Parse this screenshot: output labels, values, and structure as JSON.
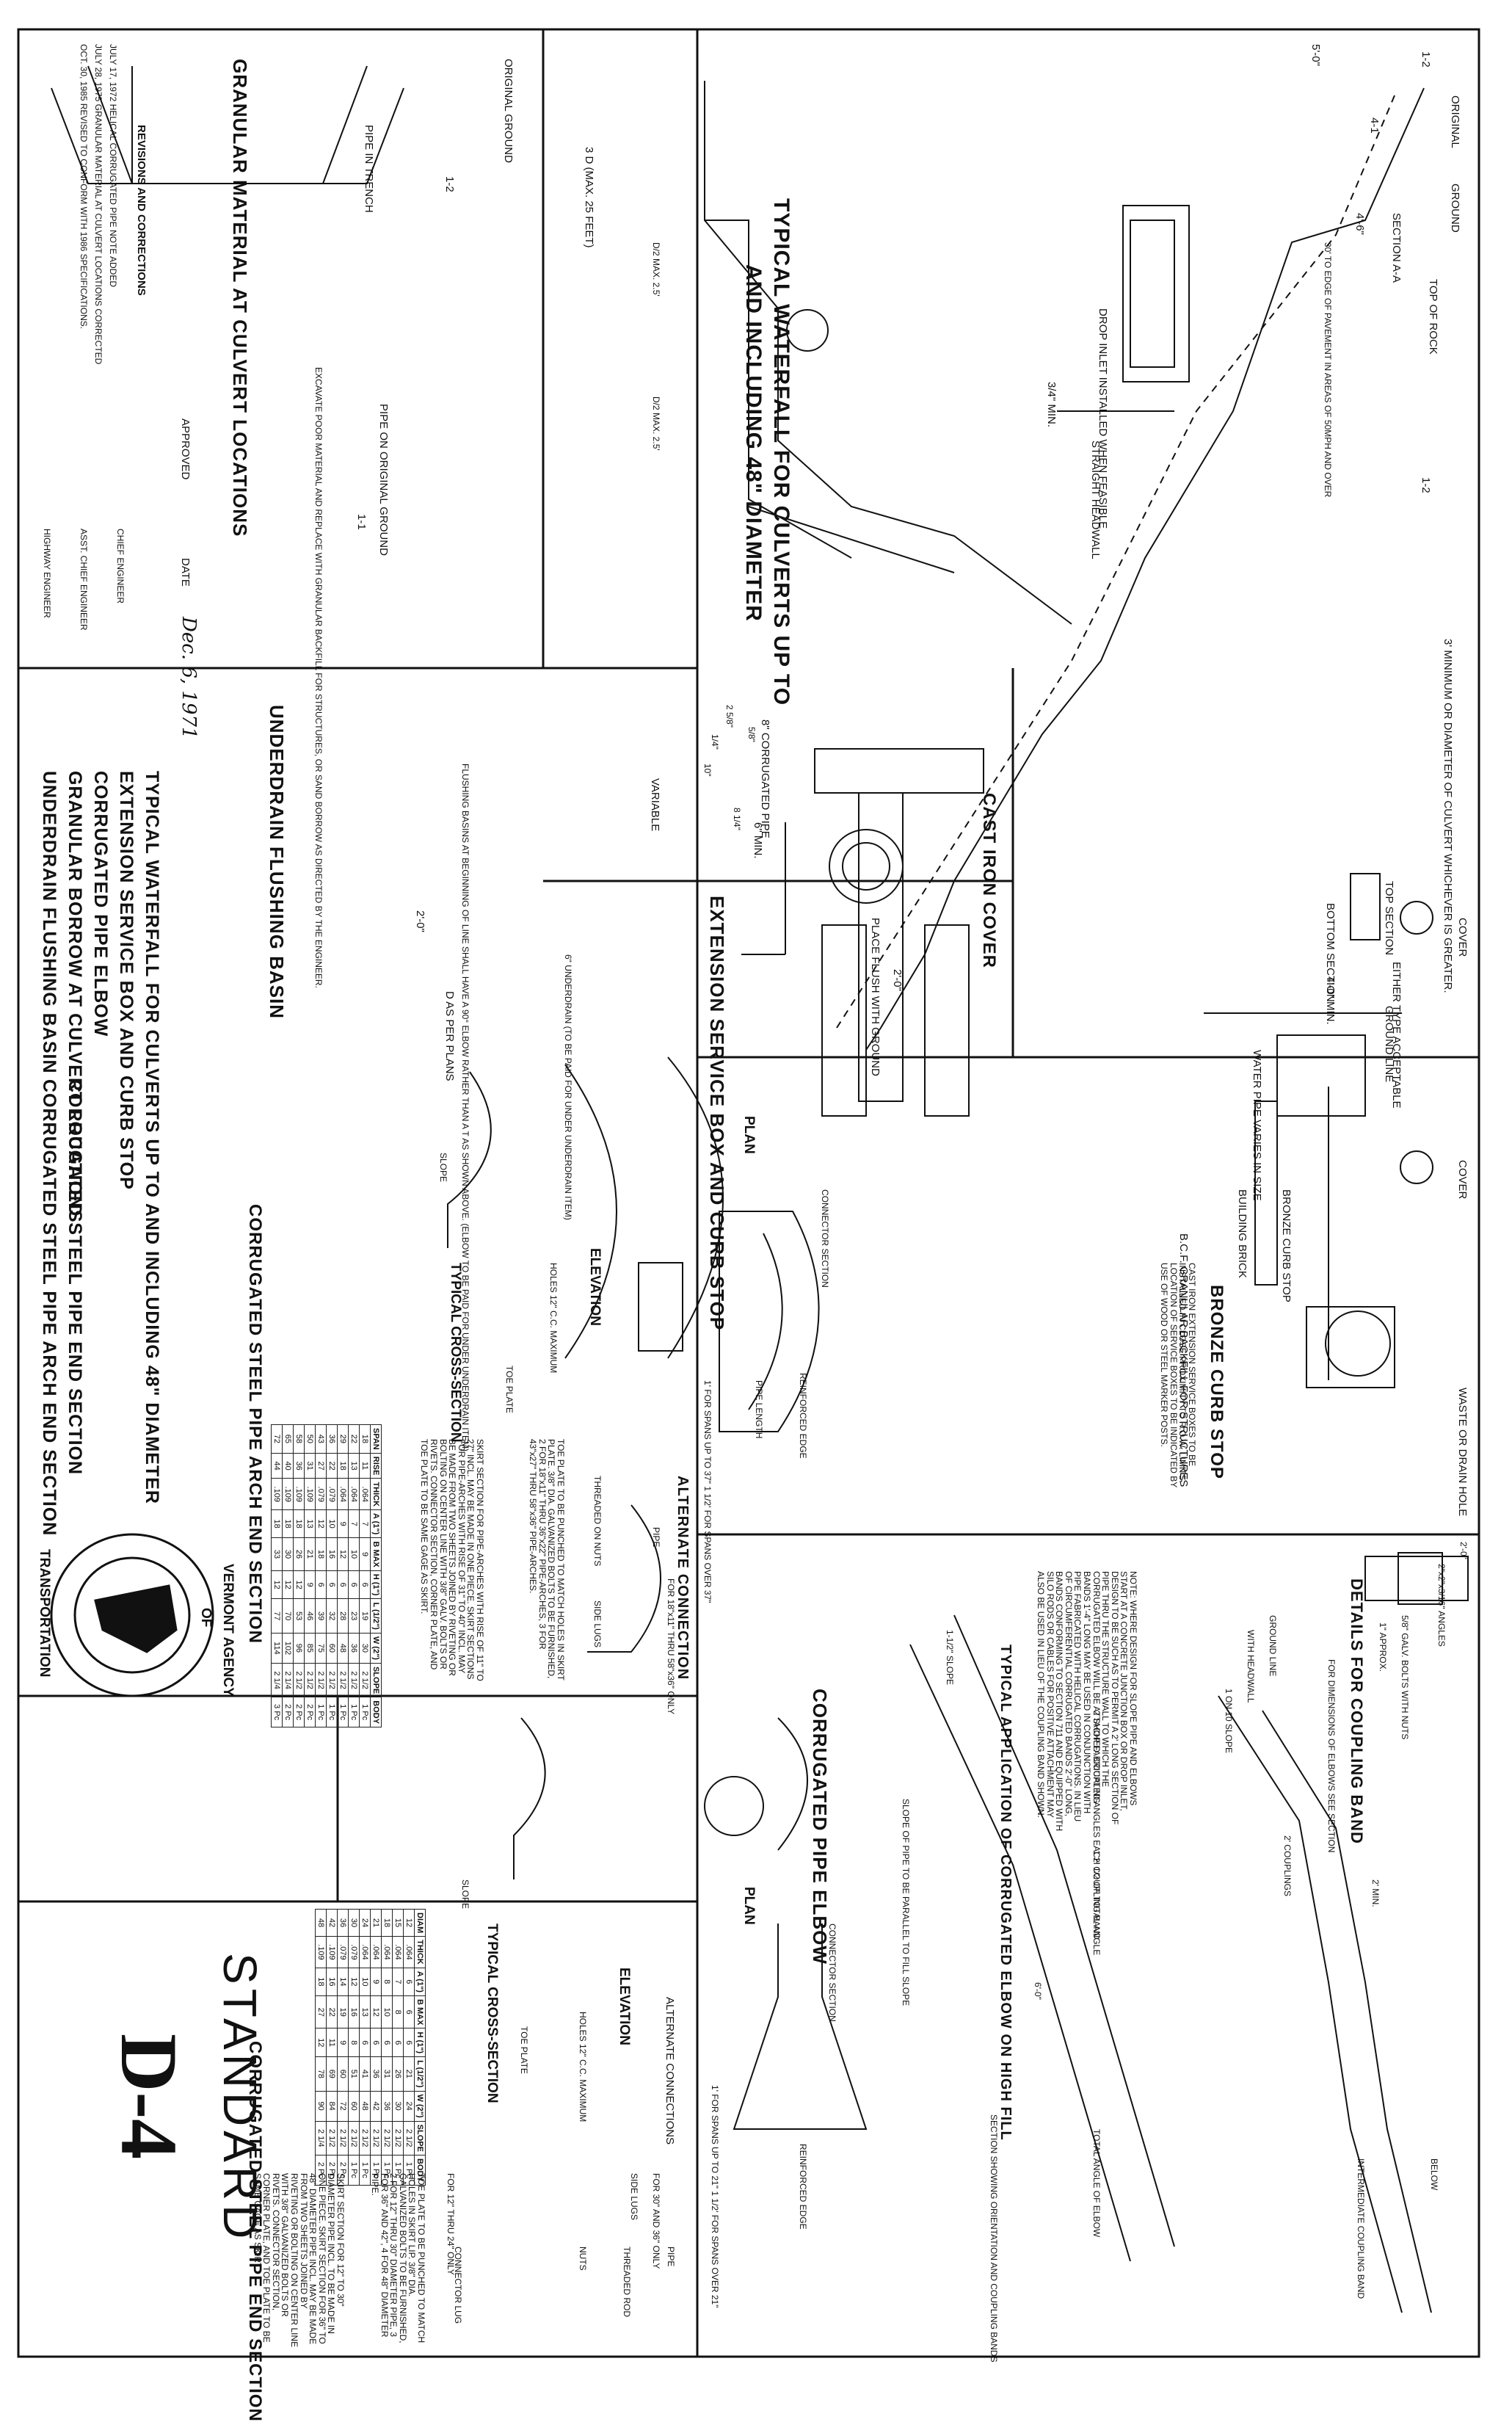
{
  "waterfall": {
    "title_line1": "TYPICAL WATERFALL FOR CULVERTS UP TO",
    "title_line2": "AND INCLUDING 48\" DIAMETER",
    "notes": [
      "ORIGINAL",
      "GROUND",
      "TOP OF ROCK",
      "SECTION A-A",
      "5'-0\"",
      "4'-6\"",
      "30' TO EDGE OF PAVEMENT IN AREAS OF 50MPH AND OVER",
      "DROP INLET INSTALLED WHEN FEASIBLE",
      "STRAIGHT HEADWALL",
      "3' MINIMUM OR DIAMETER OF CULVERT WHICHEVER IS GREATER.",
      "1-2",
      "4-1",
      "3/4\" MIN.",
      "1-2"
    ]
  },
  "granular": {
    "title": "GRANULAR MATERIAL AT CULVERT LOCATIONS",
    "notes": [
      "ORIGINAL GROUND",
      "PIPE IN TRENCH",
      "PIPE ON ORIGINAL GROUND",
      "3 D (MAX. 25 FEET)",
      "D/2 MAX. 2.5'",
      "D/2 MAX. 2.5'",
      "EXCAVATE POOR MATERIAL AND REPLACE WITH GRANULAR BACKFILL FOR STRUCTURES, OR SAND BORROW AS DIRECTED BY THE ENGINEER.",
      "1-2",
      "1-1"
    ]
  },
  "revisions": {
    "heading": "REVISIONS AND CORRECTIONS",
    "lines": [
      "JULY 17, 1972 HELICAL CORRUGATED PIPE NOTE ADDED",
      "JULY 28, 1975 GRANULAR MATERIAL AT CULVERT LOCATIONS CORRECTED",
      "OCT. 30, 1985 REVISED TO CONFORM WITH 1986 SPECIFICATIONS."
    ]
  },
  "approval": {
    "approved": "APPROVED",
    "date_label": "DATE",
    "date": "Dec. 6, 1971",
    "chief_engineer": "CHIEF ENGINEER",
    "asst_chief_engineer": "ASST. CHIEF ENGINEER",
    "highway_engineer": "HIGHWAY ENGINEER"
  },
  "underdrain": {
    "title": "UNDERDRAIN FLUSHING BASIN",
    "cast_iron_title": "CAST IRON COVER",
    "notes": [
      "8\" CORRUGATED PIPE",
      "PLACE FLUSH WITH GROUND",
      "VARIABLE",
      "6\" MIN.",
      "2'-0\"",
      "2'-0\"",
      "6\" UNDERDRAIN (TO BE PAID FOR UNDER UNDERDRAIN ITEM)",
      "D AS PER PLANS",
      "FLUSHING BASINS AT BEGINNING OF LINE SHALL HAVE A 90° ELBOW RATHER THAN A T AS SHOWN ABOVE. (ELBOW TO BE PAID FOR UNDER UNDERDRAIN ITEM)",
      "5/8\"",
      "2 5/8\"",
      "1/4\"",
      "10\"",
      "8 1/4\""
    ]
  },
  "service_box": {
    "title": "EXTENSION SERVICE BOX AND CURB STOP",
    "notes": [
      "COVER",
      "TOP SECTION",
      "BOTTOM SECTION",
      "EITHER TYPE ACCEPTABLE",
      "GROUND LINE",
      "4'-0\" MIN.",
      "WATER PIPE VARIES IN SIZE",
      "BRONZE CURB STOP",
      "BUILDING BRICK",
      "B.C.F. GRANULAR BACKFILL FOR STRUCTURES",
      "COVER"
    ],
    "bronze_title": "BRONZE CURB STOP",
    "bronze_note": "CAST IRON EXTENSION SERVICE BOXES TO BE INSTALLED IN CLOSE PROXIMITY TO R.O.W. LIMITS. LOCATION OF SERVICE BOXES TO BE INDICATED BY USE OF WOOD OR STEEL MARKER POSTS.",
    "waste_label": "WASTE OR DRAIN HOLE"
  },
  "elbow": {
    "title": "CORRUGATED PIPE ELBOW",
    "typical_title": "TYPICAL APPLICATION OF CORRUGATED ELBOW ON HIGH FILL",
    "coupling_title": "DETAILS FOR COUPLING BAND",
    "notes": [
      "FOR DIMENSIONS OF ELBOWS SEE SECTION",
      "GROUND LINE",
      "1 ON 10 SLOPE",
      "WITH HEADWALL",
      "2' COUPLINGS",
      "2' MIN.",
      "2'-0\"",
      "1-1/2\" SLOPE",
      "2 SHOP FABRICATED ANGLES EACH 1/2 OF TOTAL ANGLE",
      "6'-0\"",
      "1 2' COUPLING BAND",
      "INTERMEDIATE COUPLING BAND",
      "BELOW",
      "SLOPE OF PIPE TO BE PARALLEL TO FILL SLOPE",
      "TOTAL ANGLE OF ELBOW",
      "SECTION SHOWING ORIENTATION AND COUPLING BANDS",
      "2\"x2\"x3/16\" ANGLES",
      "5/8\" GALV. BOLTS WITH NUTS",
      "1\" APPROX."
    ],
    "note_text": "NOTE: WHERE DESIGN FOR SLOPE PIPE AND ELBOWS START AT A CONCRETE JUNCTION BOX OR DROP INLET, DESIGN TO BE SUCH AS TO PERMIT A 2' LONG SECTION OF PIPE THRU THE STRUCTURE WALL TO WHICH THE CORRUGATED ELBOW WILL BE ATTACHED. COUPLING BANDS 1'-4\" LONG MAY BE USED IN CONJUNCTION WITH PIPE FABRICATED WITH HELICAL CORRUGATIONS. IN LIEU OF CIRCUMFERENTIAL CORRUGATED BANDS 2'-0\" LONG, BANDS CONFORMING TO SECTION 711 AND EQUIPPED WITH SILO RODS OR CABLES FOR POSITIVE ATTACHMENT MAY ALSO BE USED IN LIEU OF THE COUPLING BAND SHOWN."
  },
  "arch_end": {
    "title": "CORRUGATED STEEL PIPE ARCH END SECTION",
    "alt_title": "ALTERNATE CONNECTION",
    "plan": "PLAN",
    "elevation": "ELEVATION",
    "typical": "TYPICAL CROSS-SECTION",
    "notes": [
      "CONNECTOR SECTION",
      "REINFORCED EDGE",
      "1' FOR SPANS UP TO 37\" 1 1/2' FOR SPANS OVER 37\"",
      "HOLES 12\" C.C. MAXIMUM",
      "TOE PLATE",
      "SLOPE",
      "THREADED ON NUTS",
      "SIDE LUGS",
      "PIPE",
      "FOR 18\"x11\" THRU 58\"x36\" ONLY",
      "PIPE LENGTH"
    ],
    "toe_note": "TOE PLATE TO BE PUNCHED TO MATCH HOLES IN SKIRT PLATE. 3/8\" DIA. GALVANIZED BOLTS TO BE FURNISHED, 2 FOR 18\"x11\" THRU 36\"x22\" PIPE-ARCHES, 3 FOR 43\"x27\" THRU 58\"x36\" PIPE-ARCHES.",
    "skirt_note": "SKIRT SECTION FOR PIPE-ARCHES WITH RISE OF 11\" TO 27\" INCL. MAY BE MADE IN ONE PIECE. SKIRT SECTIONS FOR PIPE-ARCHES WITH RISE OF 31\" TO 40\" INCL. MAY BE MADE FROM TWO SHEETS JOINED BY RIVETING OR BOLTING ON CENTER LINE WITH 3/8\" GALV. BOLTS OR RIVETS. CONNECTOR SECTION, CORNER PLATE, AND TOE PLATE TO BE SAME GAGE AS SKIRT.",
    "table": {
      "headers": [
        "SPAN",
        "RISE",
        "THICK",
        "A (1\")",
        "B MAX",
        "H (1\")",
        "L (1/2\")",
        "W (2\")",
        "SLOPE",
        "BODY"
      ],
      "rows": [
        [
          "18",
          "11",
          ".064",
          "7",
          "9",
          "6",
          "19",
          "30",
          "2 1/2",
          "1 Pc"
        ],
        [
          "22",
          "13",
          ".064",
          "7",
          "10",
          "6",
          "23",
          "36",
          "2 1/2",
          "1 Pc"
        ],
        [
          "29",
          "18",
          ".064",
          "9",
          "12",
          "6",
          "28",
          "48",
          "2 1/2",
          "1 Pc"
        ],
        [
          "36",
          "22",
          ".079",
          "10",
          "16",
          "6",
          "32",
          "60",
          "2 1/2",
          "1 Pc"
        ],
        [
          "43",
          "27",
          ".079",
          "12",
          "18",
          "6",
          "39",
          "75",
          "2 1/2",
          "1 Pc"
        ],
        [
          "50",
          "31",
          ".109",
          "13",
          "21",
          "9",
          "46",
          "85",
          "2 1/2",
          "2 Pc"
        ],
        [
          "58",
          "36",
          ".109",
          "18",
          "26",
          "12",
          "53",
          "96",
          "2 1/2",
          "2 Pc"
        ],
        [
          "65",
          "40",
          ".109",
          "18",
          "30",
          "12",
          "70",
          "102",
          "2 1/4",
          "2 Pc"
        ],
        [
          "72",
          "44",
          ".109",
          "18",
          "33",
          "12",
          "77",
          "114",
          "2 1/4",
          "3 Pc"
        ]
      ]
    }
  },
  "pipe_end": {
    "title": "CORRUGATED STEEL PIPE END SECTION",
    "plan": "PLAN",
    "elevation": "ELEVATION",
    "typical": "TYPICAL CROSS-SECTION",
    "alt_heading": "ALTERNATE CONNECTIONS",
    "notes": [
      "CONNECTOR SECTION",
      "REINFORCED EDGE",
      "1' FOR SPANS UP TO 21\" 1 1/2' FOR SPANS OVER 21\"",
      "HOLES 12\" C.C. MAXIMUM",
      "TOE PLATE",
      "SLOPE",
      "FOR 30\" AND 36\" ONLY",
      "FOR 12\" THRU 24\" ONLY",
      "SIDE LUGS",
      "PIPE",
      "THREADED ROD",
      "CONNECTOR LUG",
      "NUTS"
    ],
    "toe_note": "TOE PLATE TO BE PUNCHED TO MATCH HOLES IN SKIRT LIP. 3/8\" DIA. GALVANIZED BOLTS TO BE FURNISHED, 2 FOR 12\" THRU 30\" DIAMETER PIPE, 3 FOR 36\" AND 42\", 4 FOR 48\" DIAMETER PIPE.",
    "skirt_note": "SKIRT SECTION FOR 12\" TO 30\" DIAMETER PIPE INCL. TO BE MADE IN ONE PIECE. SKIRT SECTION FOR 36\" TO 48\" DIAMETER PIPE INCL. MAY BE MADE FROM TWO SHEETS JOINED BY RIVETING OR BOLTING ON CENTER LINE WITH 3/8\" GALVANIZED BOLTS OR RIVETS. CONNECTOR SECTION, CORNER PLATE, AND TOE PLATE TO BE SAME GAGE AS SKIRT.",
    "table": {
      "headers": [
        "DIAM",
        "THICK",
        "A (1\")",
        "B MAX",
        "H (1\")",
        "L (1/2\")",
        "W (2\")",
        "SLOPE",
        "BODY"
      ],
      "rows": [
        [
          "12",
          ".064",
          "6",
          "6",
          "6",
          "21",
          "24",
          "2 1/2",
          "1 Pc"
        ],
        [
          "15",
          ".064",
          "7",
          "8",
          "6",
          "26",
          "30",
          "2 1/2",
          "1 Pc"
        ],
        [
          "18",
          ".064",
          "8",
          "10",
          "6",
          "31",
          "36",
          "2 1/2",
          "1 Pc"
        ],
        [
          "21",
          ".064",
          "9",
          "12",
          "6",
          "36",
          "42",
          "2 1/2",
          "1 Pc"
        ],
        [
          "24",
          ".064",
          "10",
          "13",
          "6",
          "41",
          "48",
          "2 1/2",
          "1 Pc"
        ],
        [
          "30",
          ".079",
          "12",
          "16",
          "8",
          "51",
          "60",
          "2 1/2",
          "1 Pc"
        ],
        [
          "36",
          ".079",
          "14",
          "19",
          "9",
          "60",
          "72",
          "2 1/2",
          "2 Pc"
        ],
        [
          "42",
          ".109",
          "16",
          "22",
          "11",
          "69",
          "84",
          "2 1/2",
          "2 Pc"
        ],
        [
          "48",
          ".109",
          "18",
          "27",
          "12",
          "78",
          "90",
          "2 1/4",
          "2 Pc"
        ]
      ]
    }
  },
  "contents": [
    "TYPICAL WATERFALL FOR CULVERTS UP TO AND INCLUDING 48\" DIAMETER",
    "EXTENSION SERVICE BOX AND CURB STOP",
    "CORRUGATED PIPE ELBOW",
    "GRANULAR BORROW AT CULVERT LOCATIONS",
    "UNDERDRAIN FLUSHING BASIN",
    "CORRUGATED STEEL PIPE END SECTION",
    "CORRUGATED STEEL PIPE ARCH END SECTION"
  ],
  "agency": {
    "line1": "VERMONT AGENCY",
    "line2": "OF",
    "line3": "TRANSPORTATION"
  },
  "standard": {
    "word": "STANDARD",
    "code": "D-4"
  }
}
